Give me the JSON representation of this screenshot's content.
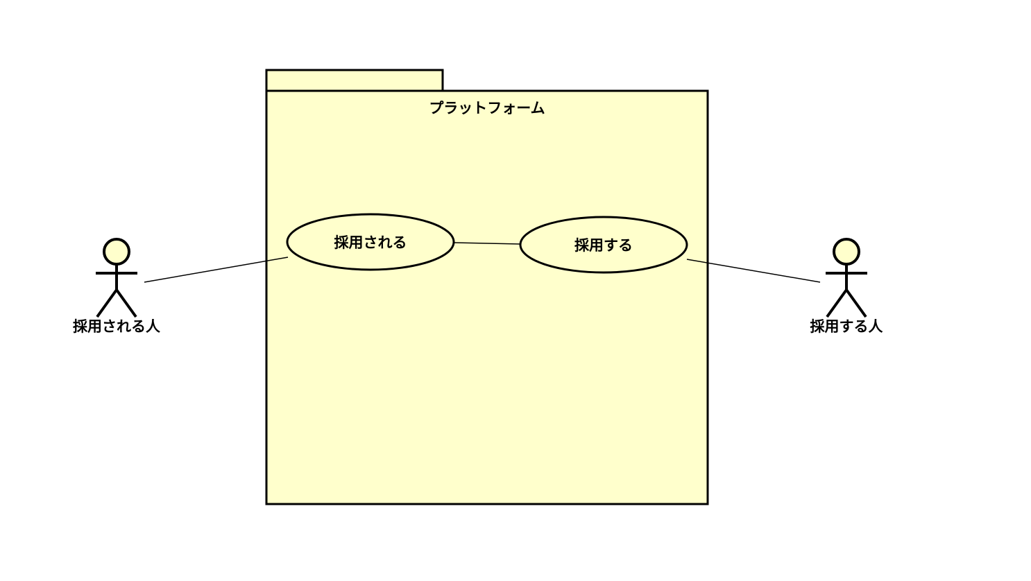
{
  "package": {
    "title": "プラットフォーム"
  },
  "use_cases": [
    {
      "label": "採用される"
    },
    {
      "label": "採用する"
    }
  ],
  "actors": [
    {
      "label": "採用される人"
    },
    {
      "label": "採用する人"
    }
  ],
  "colors": {
    "fill": "#ffffcc",
    "stroke": "#000000"
  }
}
